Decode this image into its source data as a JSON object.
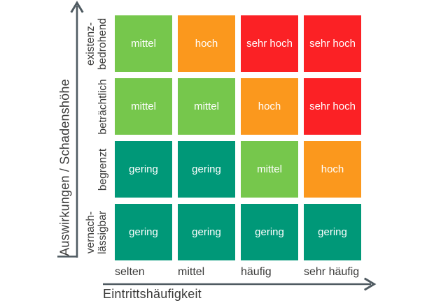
{
  "chart_data": {
    "type": "heatmap",
    "title": "",
    "xlabel": "Eintrittshäufigkeit",
    "ylabel": "Auswirkungen / Schadenshöhe",
    "x_categories": [
      "selten",
      "mittel",
      "häufig",
      "sehr häufig"
    ],
    "y_categories_top_to_bottom": [
      [
        "existenz-",
        "bedrohend"
      ],
      [
        "beträchtlich"
      ],
      [
        "begrenzt"
      ],
      [
        "vernach-",
        "lässigbar"
      ]
    ],
    "cell_values_top_to_bottom": [
      [
        "mittel",
        "hoch",
        "sehr hoch",
        "sehr hoch"
      ],
      [
        "mittel",
        "mittel",
        "hoch",
        "sehr hoch"
      ],
      [
        "gering",
        "gering",
        "mittel",
        "hoch"
      ],
      [
        "gering",
        "gering",
        "gering",
        "gering"
      ]
    ],
    "legend_position": "none",
    "grid": false
  },
  "colors": {
    "gering": "#009878",
    "mittel": "#76C74C",
    "hoch": "#FB981D",
    "sehr hoch": "#FB2125",
    "axis": "#4F5A61",
    "label_text": "#3A3A39",
    "cell_text": "#FFFFFF"
  }
}
